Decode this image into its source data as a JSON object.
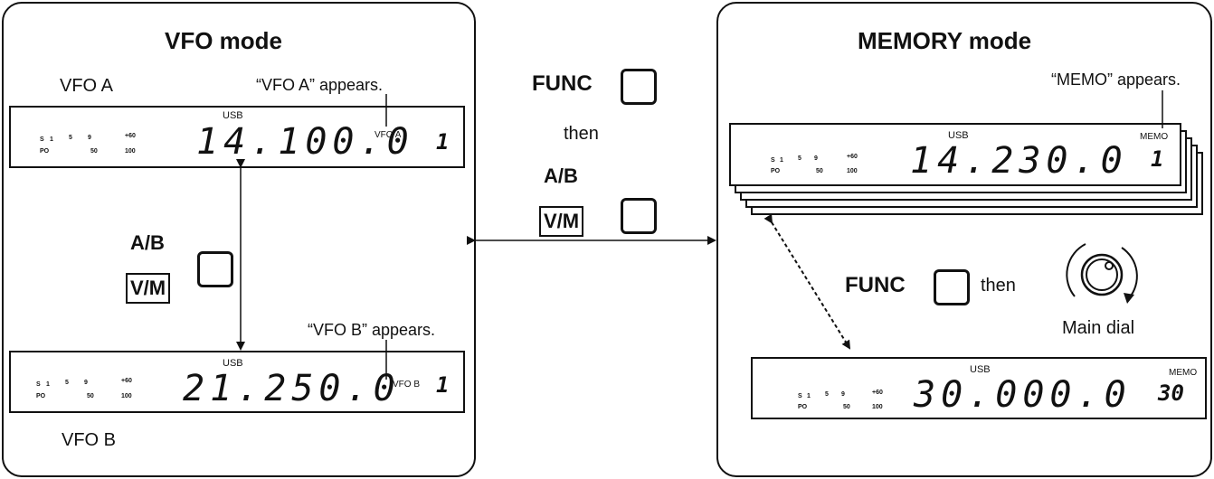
{
  "vfo": {
    "title": "VFO mode",
    "label_a": "VFO A",
    "label_b": "VFO B",
    "appears_a": "“VFO A” appears.",
    "appears_b": "“VFO B” appears.",
    "display_a": {
      "mode": "USB",
      "freq": "14.100.0",
      "flag": "VFO A",
      "channel": "1"
    },
    "display_b": {
      "mode": "USB",
      "freq": "21.250.0",
      "flag": "VFO B",
      "channel": "1"
    },
    "key_top": "A/B",
    "key_bottom": "V/M"
  },
  "meter": {
    "s": "S",
    "one": "1",
    "five": "5",
    "nine": "9",
    "plus60": "+60",
    "po": "PO",
    "fifty": "50",
    "hundred": "100"
  },
  "middle": {
    "func": "FUNC",
    "then": "then",
    "key_top": "A/B",
    "key_bottom": "V/M"
  },
  "memory": {
    "title": "MEMORY mode",
    "appears": "“MEMO” appears.",
    "display_top": {
      "mode": "USB",
      "freq": "14.230.0",
      "flag": "MEMO",
      "channel": "1"
    },
    "display_bottom": {
      "mode": "USB",
      "freq": "30.000.0",
      "flag": "MEMO",
      "channel": "30"
    },
    "func": "FUNC",
    "then": "then",
    "dial_label": "Main dial"
  }
}
